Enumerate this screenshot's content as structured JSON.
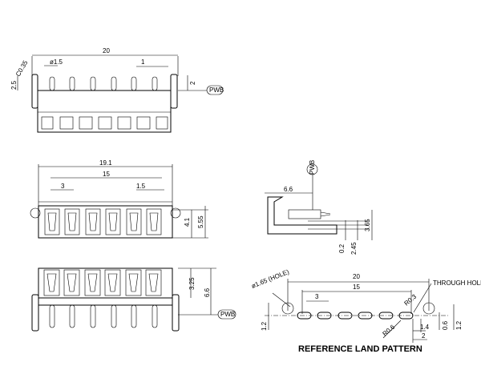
{
  "top_view": {
    "overall": "20",
    "chamfer": "C0.35",
    "pin_dia": "ø1.5",
    "pitch_small": "1",
    "height_left": "2.5",
    "height_right": "2",
    "pwb_tag": "PWB"
  },
  "front_view": {
    "overall": "19.1",
    "inner": "15",
    "pitch": "3",
    "gap": "1.5",
    "h1": "4.1",
    "h2": "5.55"
  },
  "side_view": {
    "pwb_tag": "PWB",
    "depth": "6.6",
    "h_a": "0.2",
    "h_b": "2.45",
    "h_c": "3.65"
  },
  "bottom_view": {
    "h1": "3.25",
    "h2": "6.6",
    "pwb_tag": "PWB"
  },
  "land_pattern": {
    "overall": "20",
    "inner": "15",
    "pitch": "3",
    "hole_label": "ø1.65 (HOLE)",
    "through_hole": "THROUGH HOLE",
    "r1": "R0.3",
    "r2": "R0.6",
    "w1": "2",
    "w2": "1.4",
    "h_left": "1.2",
    "h_r1": "0.6",
    "h_r2": "1.2",
    "title": "REFERENCE LAND PATTERN"
  }
}
